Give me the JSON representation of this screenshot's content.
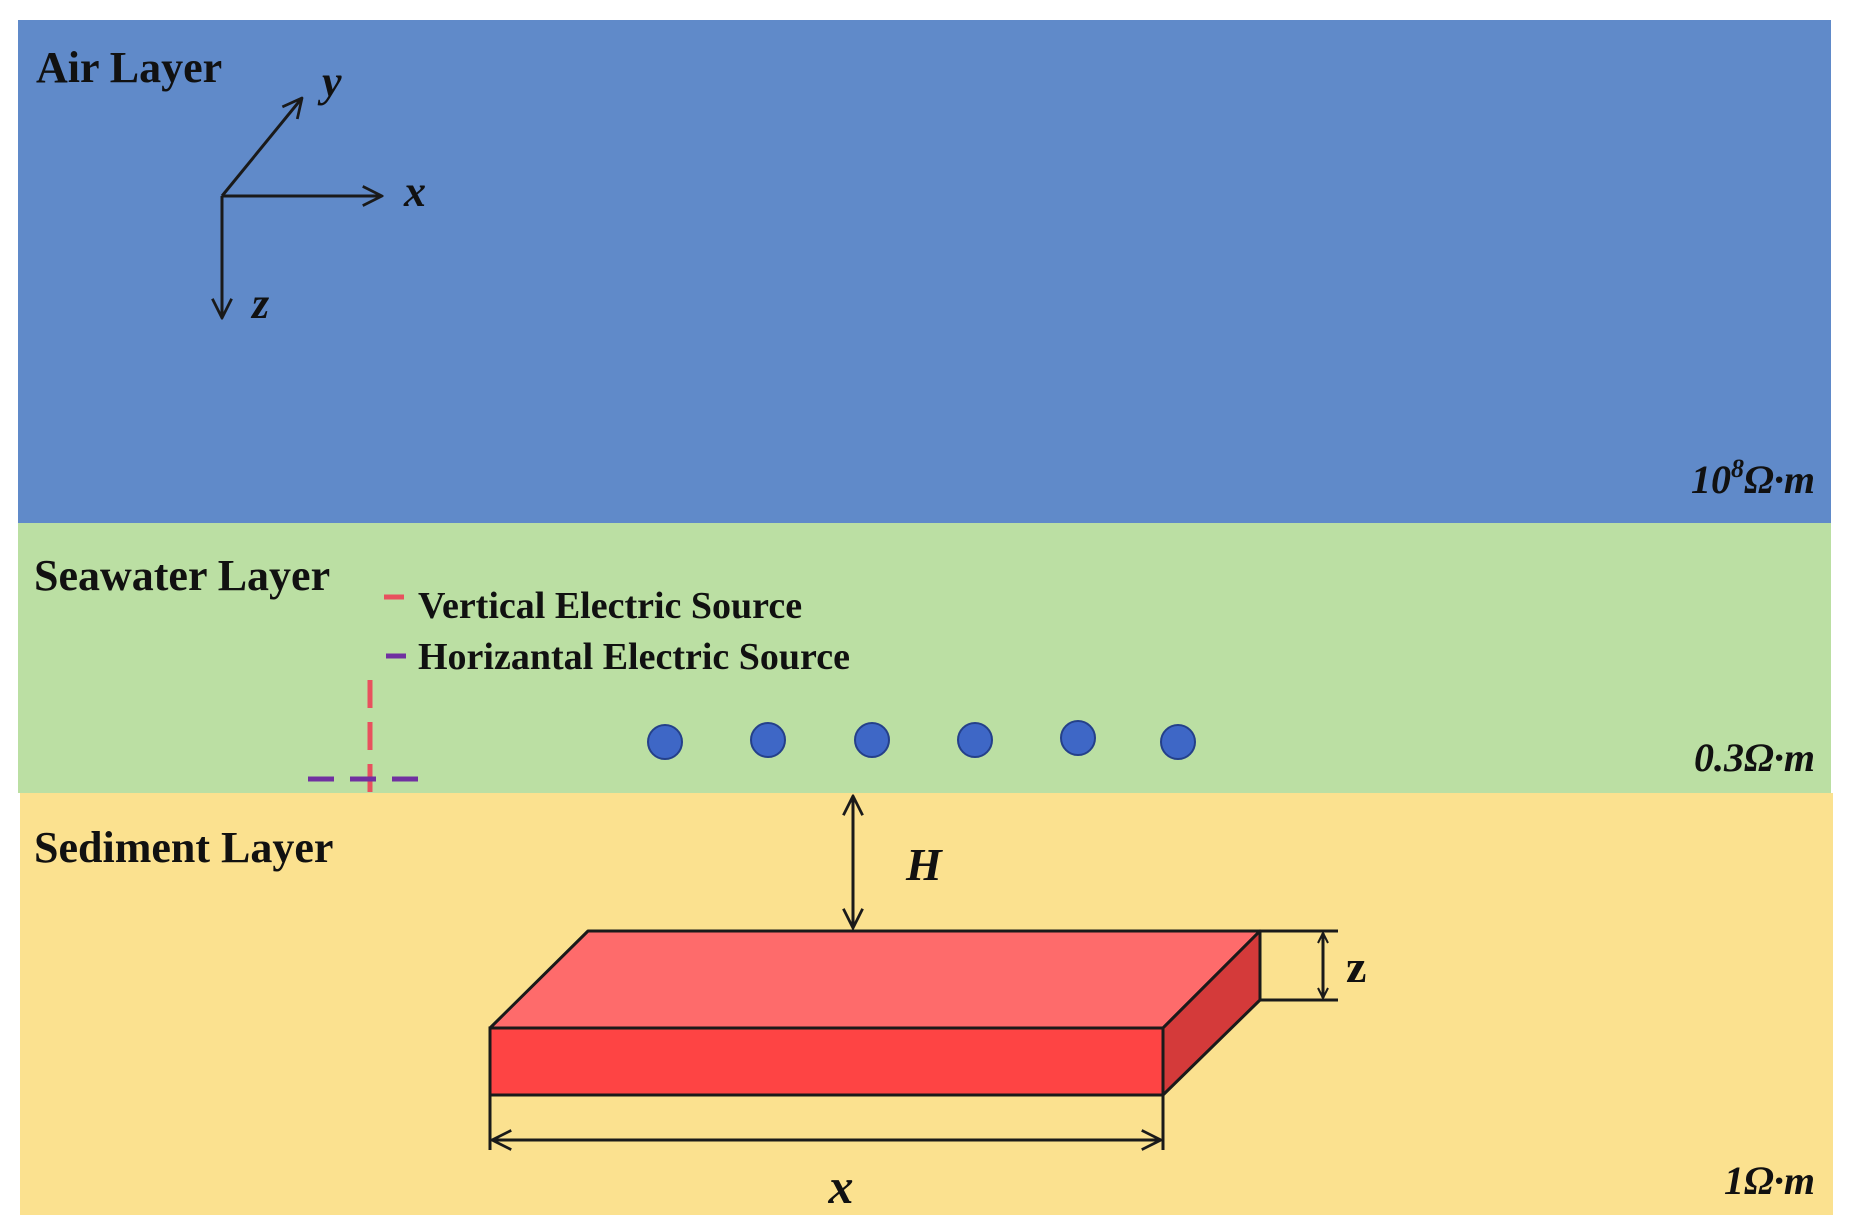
{
  "layers": {
    "air": {
      "name": "Air Layer",
      "resistivity_base": "10",
      "resistivity_exp": "8",
      "resistivity_unit": "Ω·m",
      "color": "#608ac9"
    },
    "seawater": {
      "name": "Seawater Layer",
      "resistivity": "0.3Ω·m",
      "color": "#bbdfa3"
    },
    "sediment": {
      "name": "Sediment Layer",
      "resistivity": "1Ω·m",
      "color": "#fbe18f"
    }
  },
  "axes": {
    "x": "x",
    "y": "y",
    "z": "z"
  },
  "legend": {
    "vertical": {
      "label": "Vertical Electric Source",
      "color": "#e8515e"
    },
    "horizontal": {
      "label": "Horizantal Electric Source",
      "color": "#7030a0"
    }
  },
  "receivers": {
    "count": 6,
    "color": "#3e67c6"
  },
  "target": {
    "top_color": "#fe6b6b",
    "front_color": "#fe4444",
    "side_color": "#d43a3a",
    "depth_label": "H",
    "thickness_label": "z",
    "length_label": "x"
  }
}
